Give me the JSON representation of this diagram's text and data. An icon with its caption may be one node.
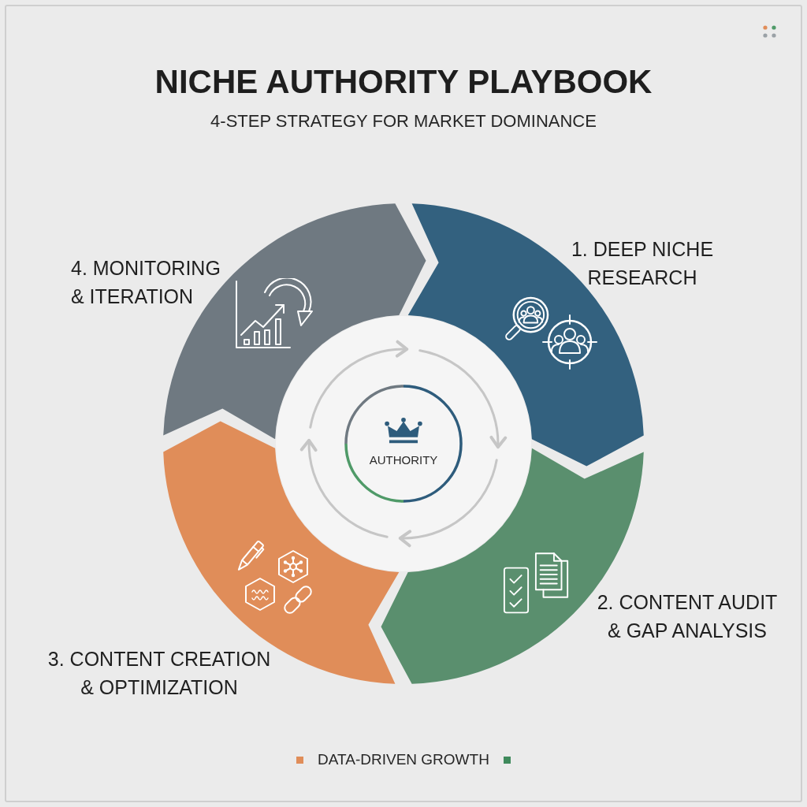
{
  "diagram": {
    "title": "NICHE AUTHORITY PLAYBOOK",
    "nodes": [
      {
        "text": [
          "1. DEEP NICHE RESEARCH"
        ]
      },
      {
        "text": [
          "2. CONTENT AUDIT & GAP ANALYSIS"
        ]
      },
      {
        "text": [
          "3. CONTENT CREATION & OPTIMIZATION"
        ]
      },
      {
        "text": [
          "4. MONITORING & ITERATION"
        ]
      },
      {
        "text": [
          "AUTHORITY"
        ]
      }
    ],
    "labels": [
      "4-STEP STRATEGY FOR MARKET DOMINANCE",
      "DATA-DRIVEN GROWTH"
    ]
  }
}
